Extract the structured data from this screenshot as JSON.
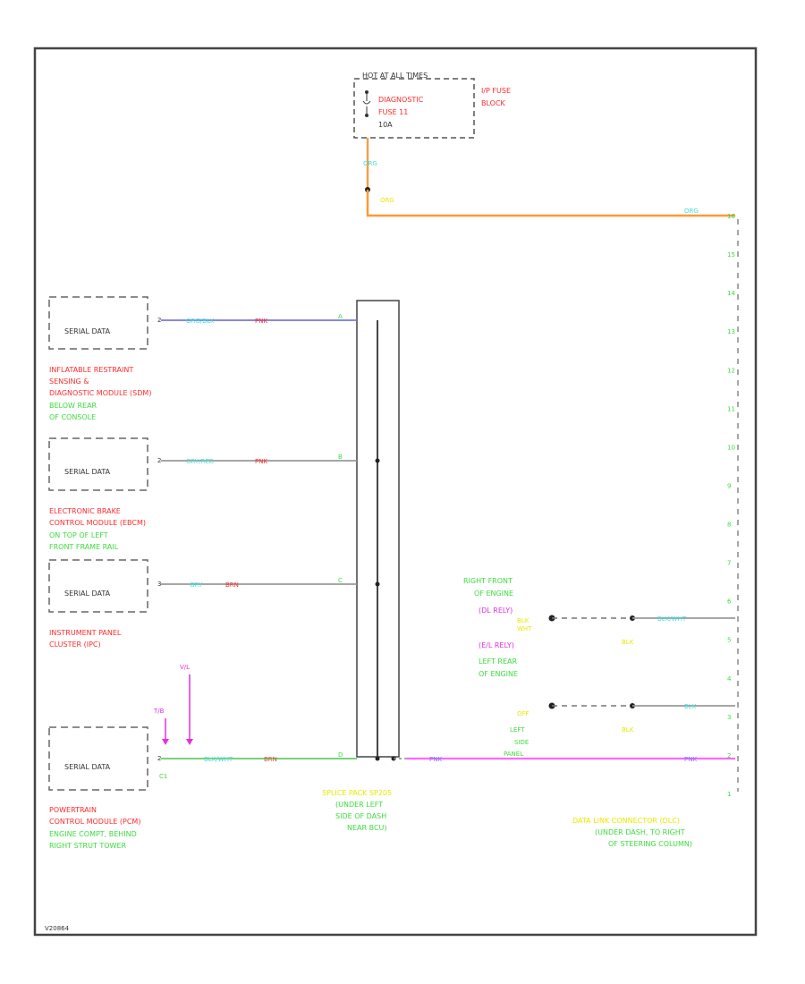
{
  "colors": {
    "orange": "#ff9933",
    "blue": "#7777dd",
    "gray": "#999999",
    "pink": "#ff66ff",
    "cyan": "#44dddd",
    "red": "#ff2a2a",
    "green": "#3ddc3d",
    "yellow": "#e8e800",
    "magenta": "#e030e0"
  },
  "fuse": {
    "header": "HOT AT ALL TIMES",
    "lines": [
      "DIAGNOSTIC",
      "FUSE 11",
      "10A"
    ],
    "block_label": [
      "I/P FUSE",
      "BLOCK"
    ],
    "wire_color": "ORG"
  },
  "modules": [
    {
      "id": "sdm",
      "box_label": "SERIAL DATA",
      "pin": "2",
      "wire_code": "ORG/BLK",
      "wire_color": "PNK",
      "splice_pin": "A",
      "name_lines": [
        "INFLATABLE RESTRAINT",
        "SENSING &",
        "DIAGNOSTIC MODULE (SDM)"
      ],
      "loc_lines": [
        "BELOW REAR",
        "OF CONSOLE"
      ]
    },
    {
      "id": "ebcm",
      "box_label": "SERIAL DATA",
      "pin": "2",
      "wire_code": "GRY/RED",
      "wire_color": "PNK",
      "splice_pin": "B",
      "name_lines": [
        "ELECTRONIC BRAKE",
        "CONTROL MODULE (EBCM)"
      ],
      "loc_lines": [
        "ON TOP OF LEFT",
        "FRONT FRAME RAIL"
      ]
    },
    {
      "id": "ipc",
      "box_label": "SERIAL DATA",
      "pin": "3",
      "wire_code": "GRY",
      "wire_color": "BRN",
      "splice_pin": "C",
      "name_lines": [
        "INSTRUMENT PANEL",
        "CLUSTER (IPC)"
      ],
      "loc_lines": []
    },
    {
      "id": "pcm",
      "box_label": "SERIAL DATA",
      "pin": "2",
      "wire_code": "BLK/WHT",
      "wire_color": "BRN",
      "splice_pin": "D",
      "pin_extra": "C1",
      "name_lines": [
        "POWERTRAIN",
        "CONTROL MODULE (PCM)"
      ],
      "loc_lines": [
        "ENGINE COMPT, BEHIND",
        "RIGHT STRUT TOWER"
      ]
    }
  ],
  "pcm_refs": [
    "T/B",
    "V/L"
  ],
  "splice": {
    "lines": [
      "SPLICE PACK SP205",
      "(UNDER LEFT",
      "SIDE OF DASH",
      "NEAR BCU)"
    ],
    "out_code": "PNK"
  },
  "dlc": {
    "lines": [
      "DATA LINK CONNECTOR (DLC)",
      "(UNDER DASH, TO RIGHT",
      "OF STEERING COLUMN)"
    ],
    "pins": [
      "16",
      "15",
      "14",
      "13",
      "12",
      "11",
      "10",
      "9",
      "8",
      "7",
      "6",
      "5",
      "4",
      "3",
      "2",
      "1"
    ],
    "pin16_code": "ORG",
    "pin2_code": "PNK"
  },
  "ground_upper": {
    "loc1": [
      "RIGHT FRONT",
      "OF ENGINE"
    ],
    "ref1": "(DL RELY)",
    "codes": [
      "BLK",
      "WHT"
    ],
    "ref2": "(E/L RELY)",
    "loc2": [
      "LEFT REAR",
      "OF ENGINE"
    ],
    "wire_code": "BLK/WHT",
    "lbl_below": "BLK"
  },
  "ground_lower": {
    "wire_code": "BLK",
    "lbl_below": "BLK",
    "near": [
      "OFF",
      "LEFT",
      "SIDE",
      "PANEL"
    ]
  },
  "footer_id": "V20864"
}
